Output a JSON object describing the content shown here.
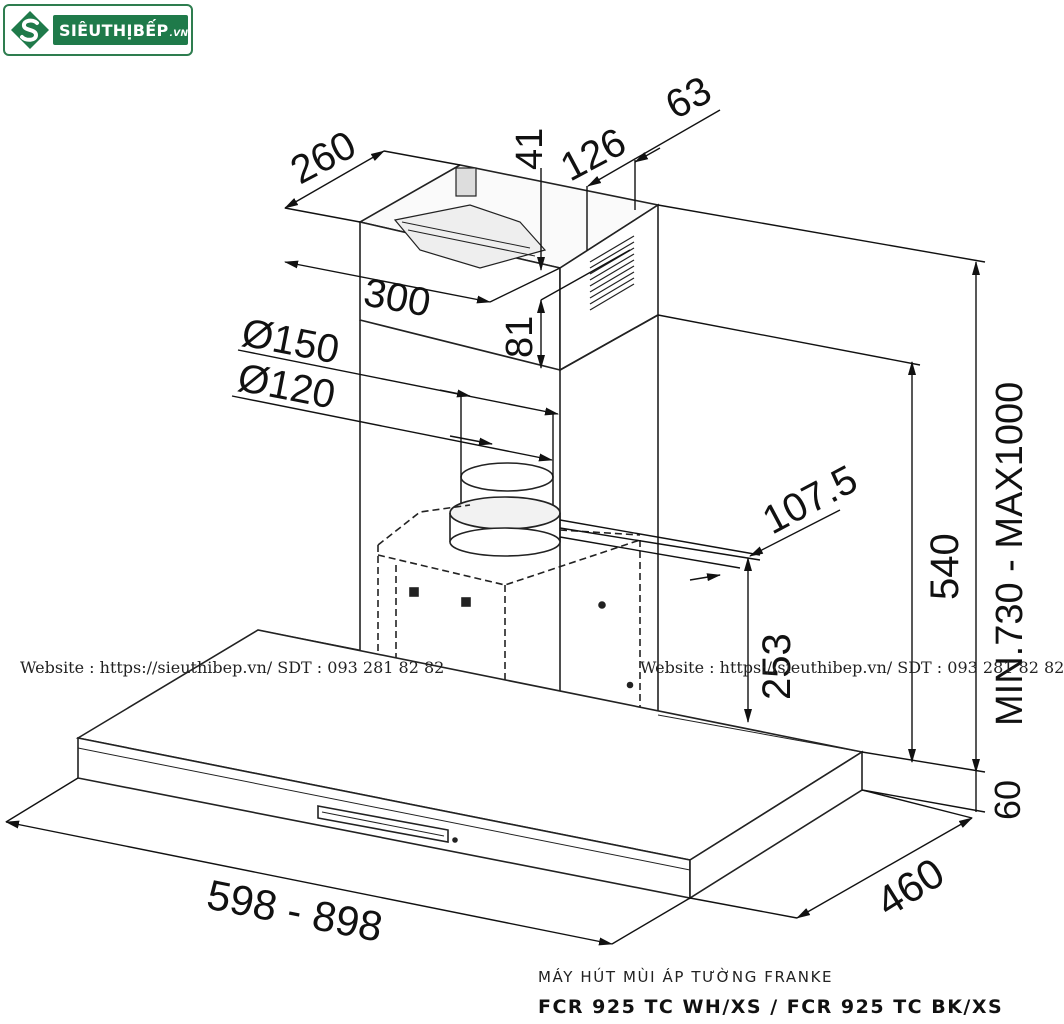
{
  "brand": {
    "name": "SIÊUTHỊBẾP",
    "tld": ".VN"
  },
  "dimensions": {
    "d260": "260",
    "d41": "41",
    "d126": "126",
    "d63": "63",
    "d300": "300",
    "d81": "81",
    "d150": "Ø150",
    "d120": "Ø120",
    "d1075": "107.5",
    "d540": "540",
    "d253": "253",
    "dheight": "MIN.730 - MAX1000",
    "d60": "60",
    "dwidth": "598 - 898",
    "d460": "460"
  },
  "watermark": {
    "left": "Website : https://sieuthibep.vn/      SDT : 093 281 82 82",
    "right": "Website : https://sieuthibep.vn/ SDT : 093 281 82 82"
  },
  "caption": {
    "line1": "MÁY HÚT MÙI ÁP TƯỜNG FRANKE",
    "line2": "FCR 925 TC WH/XS / FCR 925 TC BK/XS"
  }
}
